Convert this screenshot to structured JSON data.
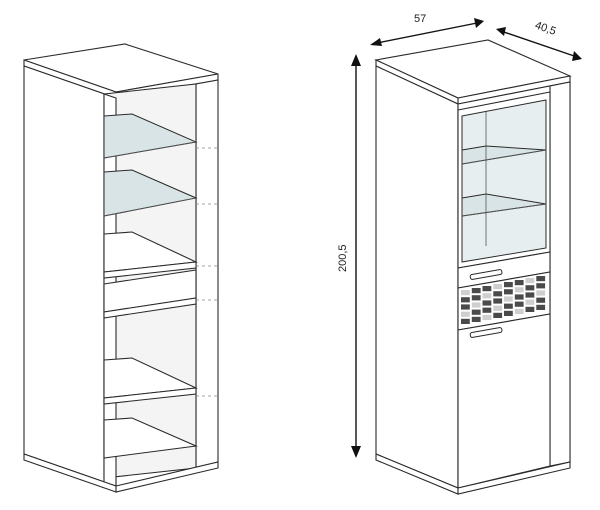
{
  "dimensions": {
    "width": "57",
    "depth": "40,5",
    "height": "200,5"
  }
}
